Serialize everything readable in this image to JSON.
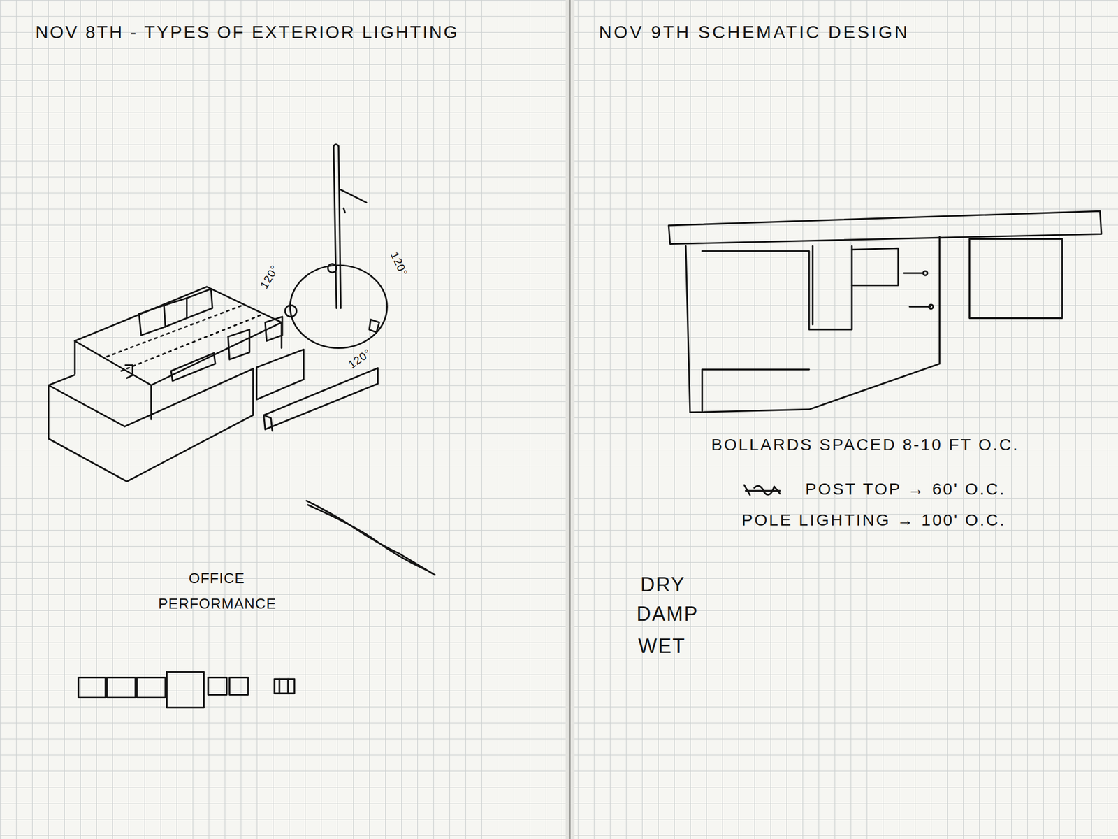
{
  "diagram": {
    "title": "NOV 8TH - TYPES OF EXTERIOR LIGHTING",
    "labels": [
      "NOV 9TH SCHEMATIC DESIGN",
      "120°",
      "120°",
      "120°",
      "OFFICE",
      "PERFORMANCE",
      "BOLLARDS SPACED 8-10 FT O.C.",
      "POST TOP → 60' O.C.",
      "POLE LIGHTING → 100' O.C.",
      "DRY",
      "DAMP",
      "WET"
    ]
  }
}
